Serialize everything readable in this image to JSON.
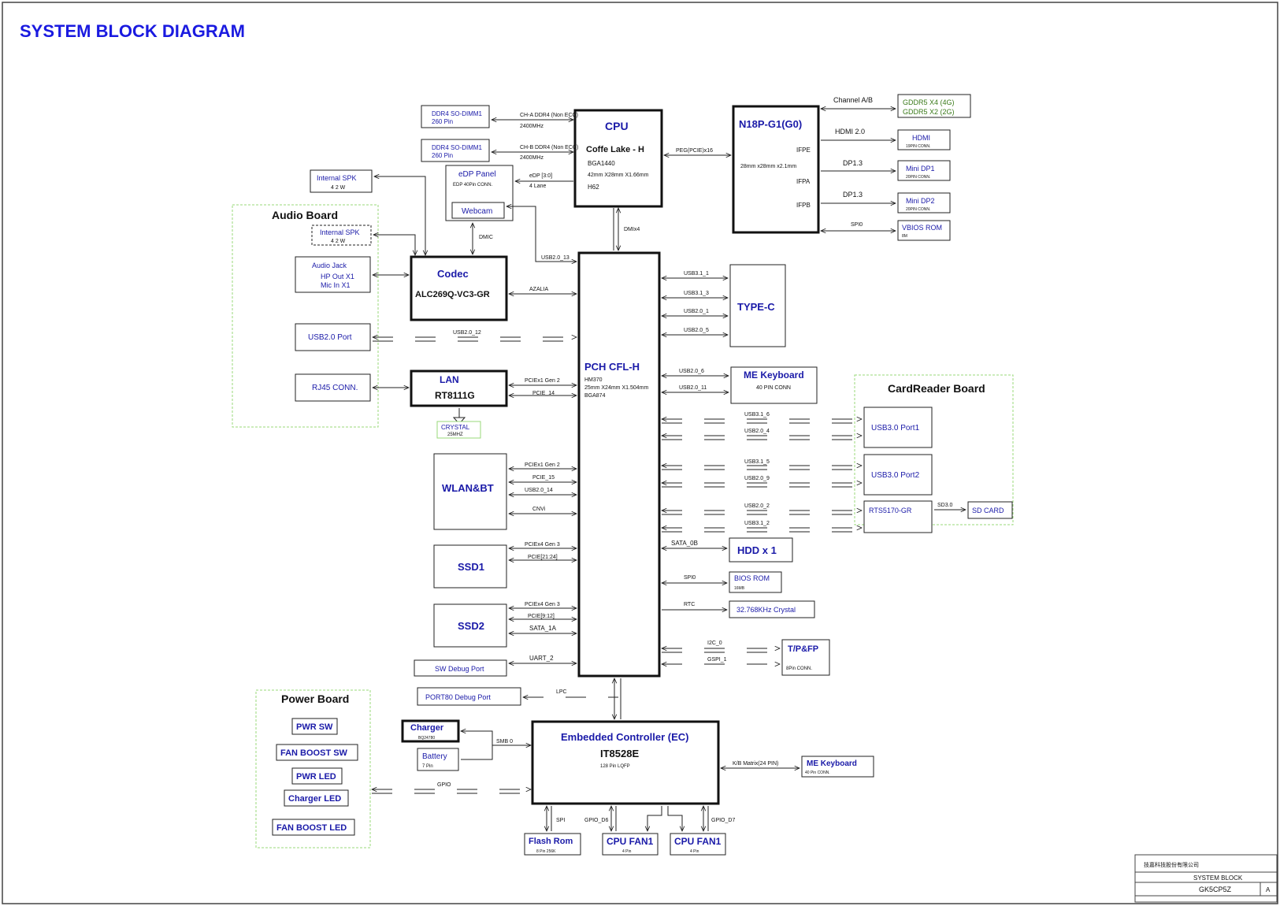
{
  "title": "SYSTEM BLOCK DIAGRAM",
  "groups": {
    "audio_board": "Audio Board",
    "cardreader_board": "CardReader Board",
    "power_board": "Power Board"
  },
  "cpu": {
    "title": "CPU",
    "name": "Coffe Lake - H",
    "pkg": "BGA1440",
    "size": "42mm X28mm X1.66mm",
    "h": "H62"
  },
  "gpu": {
    "title": "N18P-G1(G0)",
    "size": "28mm x28mm x2.1mm",
    "ifpe": "IFPE",
    "ifpa": "IFPA",
    "ifpb": "IFPB"
  },
  "pch": {
    "title": "PCH CFL-H",
    "l1": "HM370",
    "l2": "25mm X24mm X1.504mm",
    "l3": "BGA874"
  },
  "ec": {
    "title": "Embedded Controller (EC)",
    "name": "IT8528E",
    "sub": "128 Pin LQFP"
  },
  "codec": {
    "title": "Codec",
    "name": "ALC269Q-VC3-GR"
  },
  "lan": {
    "title": "LAN",
    "name": "RT8111G"
  },
  "dimm1": {
    "l1": "DDR4 SO-DIMM1",
    "l2": "260 Pin"
  },
  "dimm2": {
    "l1": "DDR4 SO-DIMM1",
    "l2": "260 Pin"
  },
  "edp": {
    "title": "eDP Panel",
    "sub": "EDP 40Pin CONN."
  },
  "webcam": "Webcam",
  "internal_spk_top": {
    "l1": "Internal SPK",
    "l2": "4   2 W"
  },
  "internal_spk_audio": {
    "l1": "Internal SPK",
    "l2": "4   2 W"
  },
  "audio_jack": {
    "l1": "Audio Jack",
    "l2": "HP Out X1",
    "l3": "Mic In X1"
  },
  "usb2_port": "USB2.0 Port",
  "rj45": "RJ45 CONN.",
  "crystal_lan": {
    "l1": "CRYSTAL",
    "l2": "25MHZ"
  },
  "wlan": "WLAN&BT",
  "ssd1": "SSD1",
  "ssd2": "SSD2",
  "sw_debug": "SW Debug Port",
  "port80": "PORT80 Debug Port",
  "gddr5": {
    "l1": "GDDR5 X4 (4G)",
    "l2": "GDDR5 X2 (2G)"
  },
  "hdmi": {
    "title": "HDMI",
    "sub": "19PIN CONN."
  },
  "minidp1": {
    "title": "Mini DP1",
    "sub": "20PIN CONN."
  },
  "minidp2": {
    "title": "Mini DP2",
    "sub": "20PIN CONN."
  },
  "vbios": {
    "title": "VBIOS ROM",
    "sub": "8M"
  },
  "typec": "TYPE-C",
  "me_kb_pch": {
    "title": "ME Keyboard",
    "sub": "40 PIN CONN"
  },
  "usb30_1": "USB3.0 Port1",
  "usb30_2": "USB3.0 Port2",
  "rts": "RTS5170-GR",
  "sdcard": "SD CARD",
  "hdd": "HDD x 1",
  "bios": {
    "title": "BIOS ROM",
    "sub": "16MB"
  },
  "rtc_crystal": "32.768KHz Crystal",
  "tpfp": {
    "title": "T/P&FP",
    "sub": "8Pin CONN."
  },
  "power": {
    "pwr_sw": "PWR SW",
    "fan_boost_sw": "FAN BOOST SW",
    "pwr_led": "PWR LED",
    "charger_led": "Charger  LED",
    "fan_boost_led": "FAN BOOST LED"
  },
  "charger": {
    "title": "Charger",
    "sub": "BQ24780"
  },
  "battery": {
    "title": "Battery",
    "sub": "7 Pin"
  },
  "flash": {
    "title": "Flash  Rom",
    "sub": "8 Pin 256K"
  },
  "cpu_fan1": {
    "title": "CPU FAN1",
    "sub": "4 Pin"
  },
  "cpu_fan2": {
    "title": "CPU FAN1",
    "sub": "4 Pin"
  },
  "me_kb_ec": {
    "title": "ME  Keyboard",
    "sub": "40 Pin CONN."
  },
  "signals": {
    "cha_ddr4": "CH-A DDR4 (Non ECC)",
    "chb_ddr4": "CH-B DDR4 (Non ECC)",
    "mhz1": "2400MHz",
    "mhz2": "2400MHz",
    "edp_bus": "eDP [3:0]",
    "lane": "4  Lane",
    "peg": "PEG(PCIE)x16",
    "dmi": "DMIx4",
    "dmic": "DMIC",
    "usb20_13": "USB2.0_13",
    "azalia": "AZALIA",
    "usb20_12": "USB2.0_12",
    "lan_pcie": "PCIEx1 Gen 2",
    "pcie_14": "PCIE_14",
    "wlan_pcie": "PCIEx1 Gen 2",
    "pcie_15": "PCIE_15",
    "usb20_14": "USB2.0_14",
    "cnvi": "CNVi",
    "ssd1_pcie": "PCIEx4 Gen 3",
    "ssd1_lanes": "PCIE[21:24]",
    "ssd2_pcie": "PCIEx4 Gen 3",
    "ssd2_lanes": "PCIE[9:12]",
    "sata_1a": "SATA_1A",
    "uart_2": "UART_2",
    "lpc": "LPC",
    "channel_ab": "Channel  A/B",
    "hdmi20": "HDMI 2.0",
    "dp13a": "DP1.3",
    "dp13b": "DP1.3",
    "spi_gpu": "SPI0",
    "usb31_1": "USB3.1_1",
    "usb31_3": "USB3.1_3",
    "usb20_1": "USB2.0_1",
    "usb20_5": "USB2.0_5",
    "usb20_6": "USB2.0_6",
    "usb20_11": "USB2.0_11",
    "usb31_6": "USB3.1_6",
    "usb20_4": "USB2.0_4",
    "usb31_5": "USB3.1_5",
    "usb20_9": "USB2.0_9",
    "usb20_2": "USB2.0_2",
    "usb31_2": "USB3.1_2",
    "sd30": "SD3.0",
    "sata_0b": "SATA_0B",
    "spi0": "SPI0",
    "rtc": "RTC",
    "i2c_0": "I2C_0",
    "gspi_1": "GSPI_1",
    "smb0": "SMB 0",
    "gpio": "GPIO",
    "kb_matrix": "K/B Matrix(24 PIN)",
    "spi_ec": "SPI",
    "gpio_d6": "GPIO_D6",
    "gpio_d7": "GPIO_D7"
  },
  "title_block": {
    "company": "技嘉科技股份有限公司",
    "sheet": "SYSTEM BLOCK",
    "model": "GK5CP5Z",
    "rev": "A"
  }
}
